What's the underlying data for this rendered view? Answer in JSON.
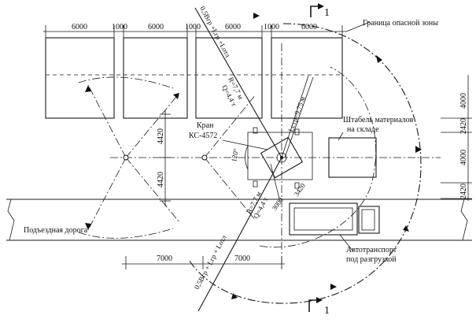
{
  "top_dims": [
    "6000",
    "1000",
    "6000",
    "1000",
    "6000",
    "1000",
    "6000"
  ],
  "bottom_dims": [
    "7000",
    "7000"
  ],
  "right_dims": [
    "4000",
    "2420",
    "4000",
    "2420"
  ],
  "left_dims": [
    "4420",
    "4420"
  ],
  "labels": {
    "danger_zone": "Граница опасной зоны",
    "crane_line1": "Кран",
    "crane_line2": "КС-4572",
    "stack_line1": "Штабель материалов",
    "stack_line2": "на складе",
    "road": "Подъездная дорога",
    "truck_line1": "Автотранспорт",
    "truck_line2": "под разгрузкой",
    "section_top": "1",
    "section_bottom": "1",
    "angle": "120°",
    "d3420": "3420",
    "d3000": "3000"
  },
  "boom_labels": {
    "upper_formula": "0,5Bгр +Lгр +Lотл",
    "upper_r": "R=7,7 м",
    "upper_q": "Q=4,4 т",
    "boom_len": "Lстр=9,75 м",
    "lower_formula": "0,5Bгр + Lгр + Lотл",
    "lower_r": "R=7,7 м",
    "lower_q": "Q=4,4 т"
  }
}
